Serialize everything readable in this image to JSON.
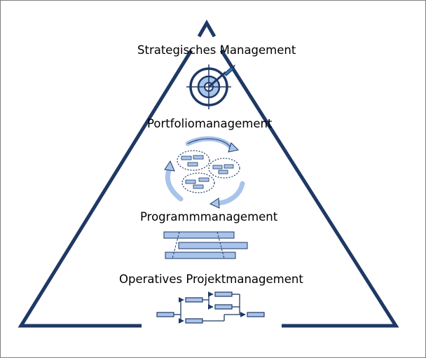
{
  "levels": [
    {
      "label": "Strategisches Management",
      "icon": "target-icon"
    },
    {
      "label": "Portfoliomanagement",
      "icon": "portfolio-cycle-icon"
    },
    {
      "label": "Programmmanagement",
      "icon": "program-bars-icon"
    },
    {
      "label": "Operatives Projektmanagement",
      "icon": "network-plan-icon"
    }
  ],
  "colors": {
    "outline": "#1f3864",
    "fill": "#a9c4eb",
    "border": "#7f7f7f"
  }
}
